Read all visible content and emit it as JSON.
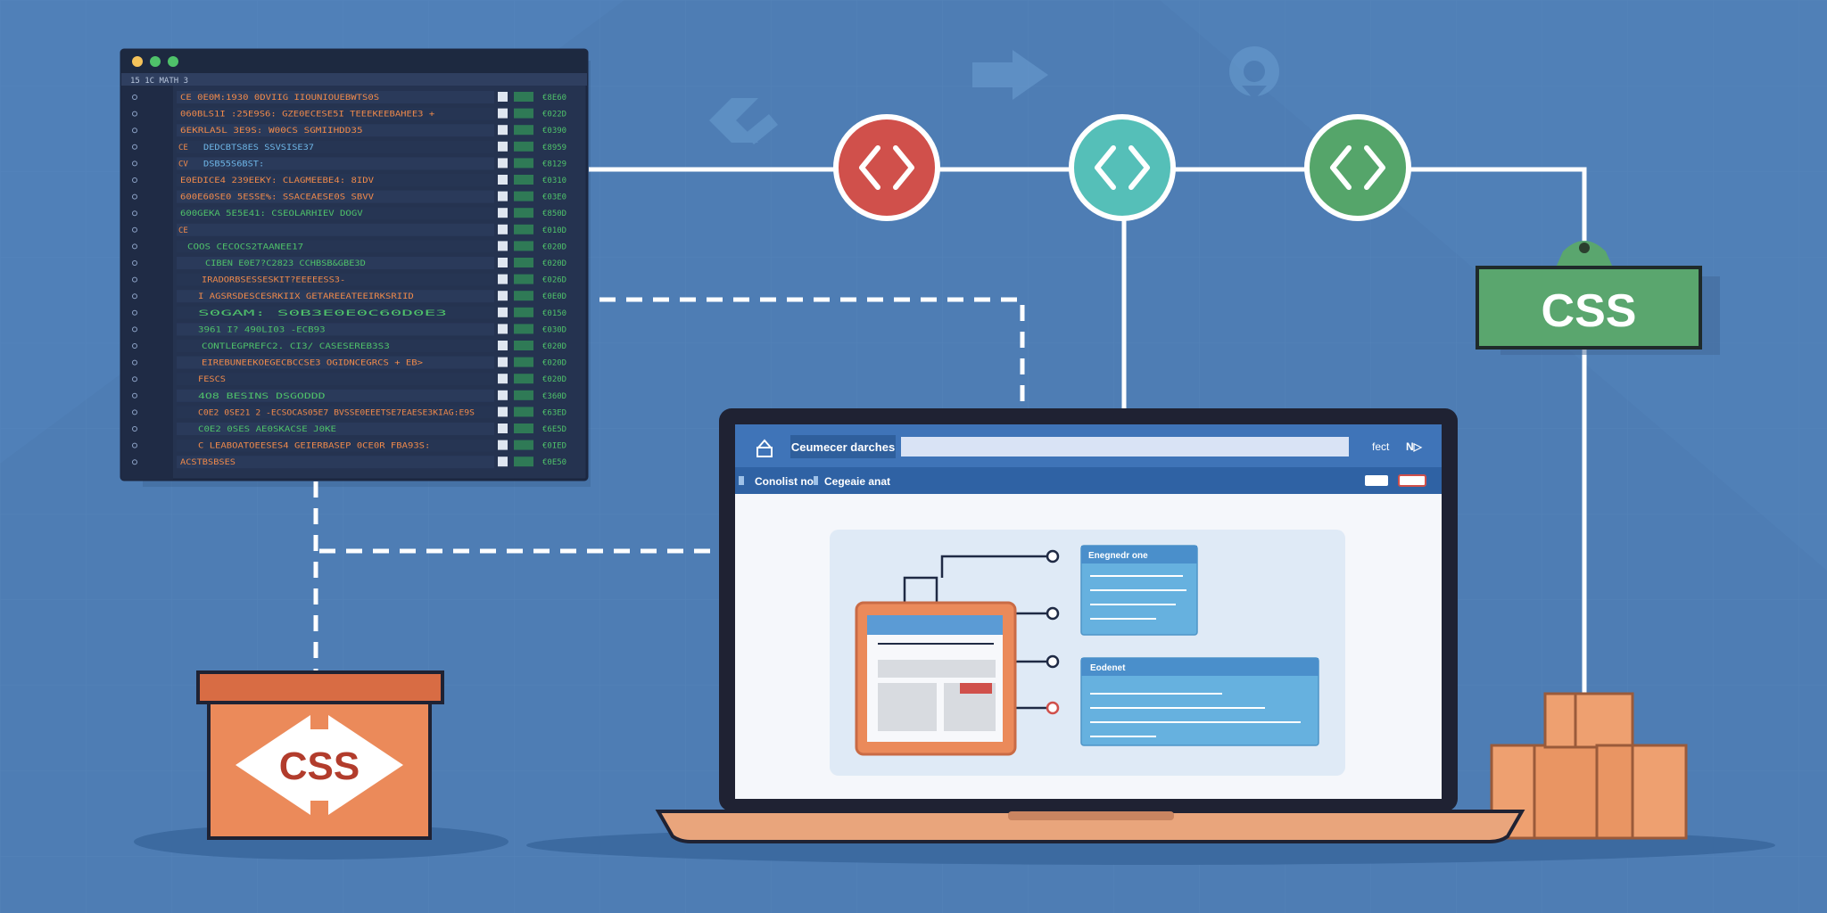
{
  "colors": {
    "background": "#4e7db4",
    "code_bg": "#253350",
    "code_green": "#4fc26a",
    "code_orange": "#f08a4b",
    "code_blue": "#6fb7e8",
    "node_red": "#d0504b",
    "node_teal": "#55bfb8",
    "node_green": "#55a56a",
    "css_tag": "#5aa66e",
    "box_orange": "#eb8a5a",
    "laptop_frame": "#1f2233",
    "browser_bar": "#3f74b8"
  },
  "icons": [
    "code-brackets-icon",
    "arrow-right-icon",
    "gear-bug-icon",
    "tag-icon",
    "window-icon"
  ],
  "editor": {
    "header": "15  1C  MATH 3",
    "lines": [
      {
        "marker": "",
        "text": "CE 0E0M:1930 0DVIIG  IIOUNIOUEBWTS0S",
        "value": "€8E60"
      },
      {
        "marker": "",
        "text": "060BLS1I :25E9S6:  GZE0ECESE5I TEEEKEEBAHEE3 +",
        "value": "€022D"
      },
      {
        "marker": "",
        "text": "6EKRLA5L 3E9S:  W00CS  SGMIIHDD35",
        "value": "€0390"
      },
      {
        "marker": "CE",
        "text": "DEDCBTS8ES SSVSISE37",
        "value": "€8959"
      },
      {
        "marker": "CV",
        "text": "DSB55S6BST:",
        "value": "€8129"
      },
      {
        "marker": "",
        "text": "E0EDICE4 239EEKY:  CLAGMEEBE4: 8IDV",
        "value": "€0310"
      },
      {
        "marker": "",
        "text": "600E60SE0 5ESSE%:  SSACEAESE0S SBVV",
        "value": "€03E0"
      },
      {
        "marker": "",
        "text": "600GEKA 5E5E41:  CSEOLARHIEV DOGV",
        "value": "€850D"
      },
      {
        "marker": "CE",
        "text": "",
        "value": "€010D"
      },
      {
        "marker": "",
        "text": "COOS  CECOCS2TAANEE17",
        "value": "€020D"
      },
      {
        "marker": "",
        "text": "CIBEN E0E7?C2823 CCHBSB&GBE3D",
        "value": "€020D"
      },
      {
        "marker": "",
        "text": "IRADORBSESSESKIT?EEEEESS3-",
        "value": "€026D"
      },
      {
        "marker": "",
        "text": "I AGSRSDESCESRKIIX  GETAREEATEEIRKSRIID",
        "value": "€0E0D"
      },
      {
        "marker": "",
        "text": "S0GAM:                        S0B3E0E0C60D0E3",
        "value": "€0150"
      },
      {
        "marker": "",
        "text": "3961  I? 490LI03 -ECB93",
        "value": "€030D"
      },
      {
        "marker": "",
        "text": "CONTLEGPREFC2.  CI3/  CASESEREB3S3",
        "value": "€020D"
      },
      {
        "marker": "",
        "text": "EIREBUNEEKOEGECBCCSE3 OGIDNCEGRCS +  EB>",
        "value": "€020D"
      },
      {
        "marker": "",
        "text": "FESCS",
        "value": "€020D"
      },
      {
        "marker": "",
        "text": "4O8      BESINS DSGODDD",
        "value": "€360D"
      },
      {
        "marker": "",
        "text": "C0E2 0SE21 2  -ECSOCAS05E7 BVSSE0EEETSE7EAESE3KIAG:E9S",
        "value": "€63ED"
      },
      {
        "marker": "",
        "text": "C0E2 0SES AE0SKACSE  J0KE",
        "value": "€6E5D"
      },
      {
        "marker": "",
        "text": "C LEABOATOEESES4  GEIERBASEP 0CE0R FBA93S:",
        "value": "€0IED"
      },
      {
        "marker": "",
        "text": "ACSTBSBSES",
        "value": "€0E50"
      }
    ]
  },
  "css_tag_label": "CSS",
  "css_box_label": "CSS",
  "browser": {
    "nav_title": "Ceumecer darches",
    "nav_right": "fect",
    "nav_right2": "N▷",
    "breadcrumb_1": "Conolist no",
    "breadcrumb_2": "Cegeaie anat",
    "card_1_title": "Enegnedr one",
    "card_2_title": "Eodenet"
  }
}
